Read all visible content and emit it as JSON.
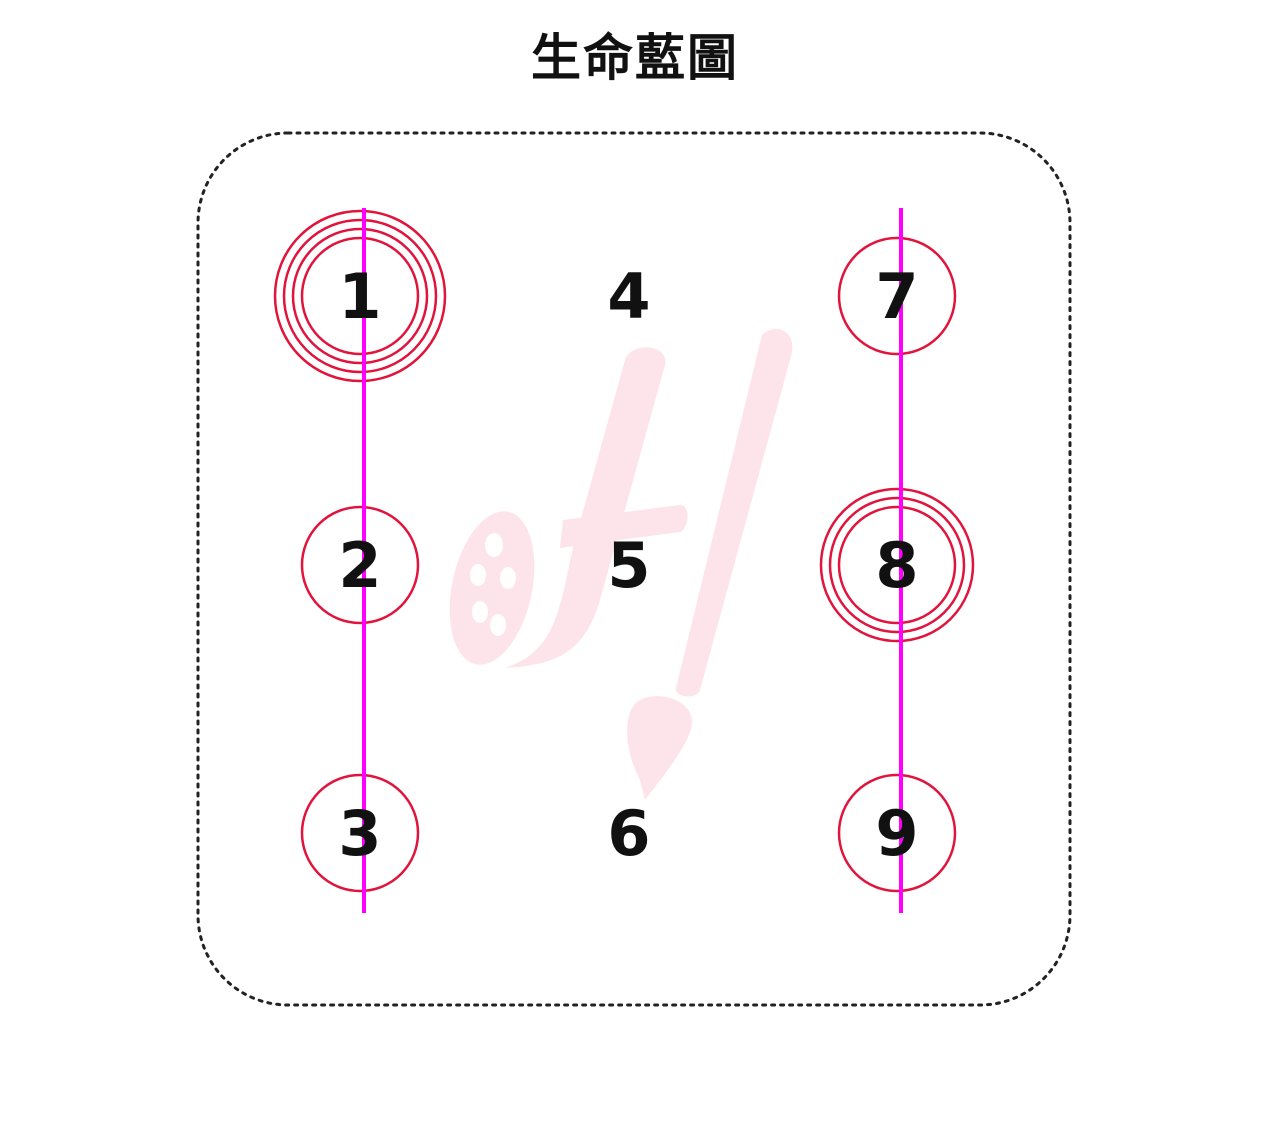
{
  "title": "生命藍圖",
  "colors": {
    "ring": "#e0143c",
    "line": "#ff00ff",
    "watermark": "#fde4ea",
    "text": "#111111",
    "border": "#222222"
  },
  "grid": {
    "cells": [
      {
        "id": "1",
        "label": "1",
        "rings": 4
      },
      {
        "id": "2",
        "label": "2",
        "rings": 1
      },
      {
        "id": "3",
        "label": "3",
        "rings": 1
      },
      {
        "id": "4",
        "label": "4",
        "rings": 0
      },
      {
        "id": "5",
        "label": "5",
        "rings": 0
      },
      {
        "id": "6",
        "label": "6",
        "rings": 0
      },
      {
        "id": "7",
        "label": "7",
        "rings": 1
      },
      {
        "id": "8",
        "label": "8",
        "rings": 3
      },
      {
        "id": "9",
        "label": "9",
        "rings": 1
      }
    ],
    "lines": [
      {
        "id": "line-1-2-3",
        "from": "1",
        "to": "3"
      },
      {
        "id": "line-7-8-9",
        "from": "7",
        "to": "9"
      }
    ]
  },
  "watermark_icon": "pen-brush-logo"
}
